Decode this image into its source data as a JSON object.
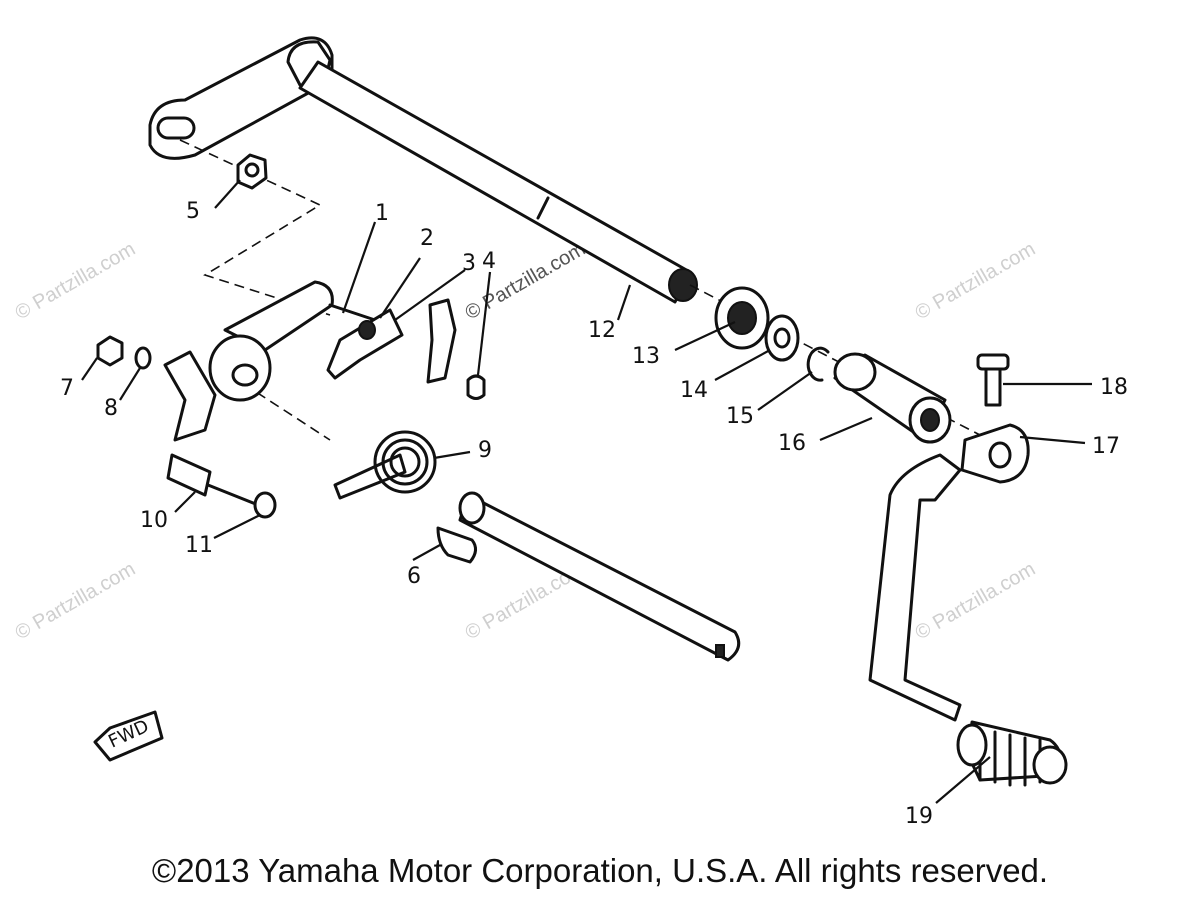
{
  "callouts": [
    "1",
    "2",
    "3",
    "4",
    "5",
    "6",
    "7",
    "8",
    "9",
    "10",
    "11",
    "12",
    "13",
    "14",
    "15",
    "16",
    "17",
    "18",
    "19"
  ],
  "direction_marker": "FWD",
  "watermark": "© Partzilla.com",
  "copyright": "©2013 Yamaha Motor Corporation, U.S.A. All rights reserved."
}
